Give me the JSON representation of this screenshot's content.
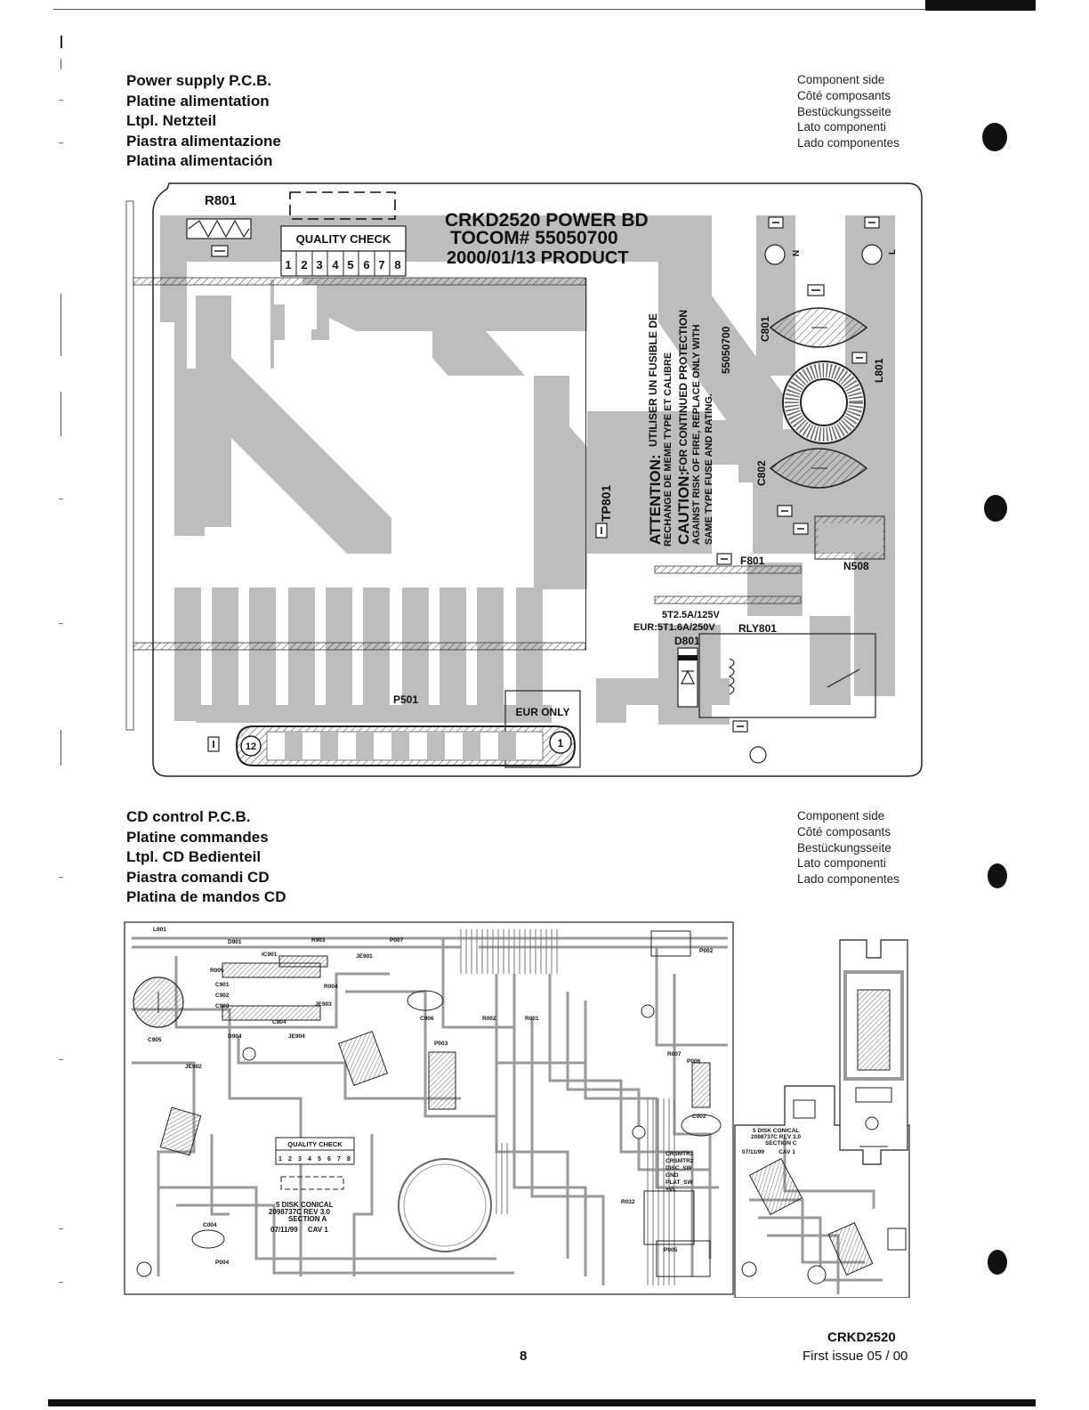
{
  "power_section": {
    "titles": [
      "Power supply P.C.B.",
      "Platine alimentation",
      "Ltpl. Netzteil",
      "Piastra alimentazione",
      "Platina alimentación"
    ],
    "side_labels": [
      "Component side",
      "Côté composants",
      "Bestückungsseite",
      "Lato componenti",
      "Lado componentes"
    ],
    "board": {
      "title_line1": "CRKD2520 POWER BD",
      "title_line2": "TOCOM# 55050700",
      "title_line3": "2000/01/13 PRODUCT",
      "r801": "R801",
      "quality_check": "QUALITY CHECK",
      "qc_digits": [
        "1",
        "2",
        "3",
        "4",
        "5",
        "6",
        "7",
        "8"
      ],
      "tp801": "TP801",
      "attention_1": "ATTENTION:",
      "attention_2": "UTILISER UN FUSIBLE DE",
      "attention_3": "RECHANGE DE MEME TYPE ET CALIBRE",
      "caution_1": "CAUTION:",
      "caution_2": "FOR CONTINUED PROTECTION",
      "caution_3": "AGAINST RISK OF FIRE, REPLACE ONLY WITH",
      "caution_4": "SAME TYPE FUSE AND RATING.",
      "part_no": "55050700",
      "c801": "C801",
      "c802": "C802",
      "l801": "L801",
      "n_label": "N",
      "l_label": "L",
      "f801": "F801",
      "n508": "N508",
      "fuse_rating_1": "5T2.5A/125V",
      "fuse_rating_2": "EUR:5T1.6A/250V",
      "rly801": "RLY801",
      "d801": "D801",
      "p501": "P501",
      "eur_only": "EUR ONLY",
      "pin_12": "12",
      "pin_1": "1"
    }
  },
  "cd_section": {
    "titles": [
      "CD control P.C.B.",
      "Platine commandes",
      "Ltpl. CD Bedienteil",
      "Piastra comandi CD",
      "Platina de mandos CD"
    ],
    "side_labels": [
      "Component side",
      "Côté composants",
      "Bestückungsseite",
      "Lato componenti",
      "Lado componentes"
    ],
    "board": {
      "quality_check": "QUALITY CHECK",
      "qc_digits": [
        "1",
        "2",
        "3",
        "4",
        "5",
        "6",
        "7",
        "8"
      ],
      "info_1": "5 DISK CONICAL",
      "info_2": "2098737C REV 3.0",
      "info_3": "SECTION A",
      "info_4": "07/11/99     CAV 1",
      "sec_c_1": "5 DISK CONICAL",
      "sec_c_2": "2098737C REV 3.0",
      "sec_c_3": "SECTION C",
      "sec_c_4": "07/11/99         CAV 1",
      "parts": [
        "L901",
        "D901",
        "IC901",
        "R903",
        "P007",
        "C901",
        "C902",
        "C903",
        "C905",
        "C904",
        "D904",
        "JE901",
        "JE902",
        "JE903",
        "JE904",
        "C906",
        "P002",
        "P006",
        "R002",
        "R001",
        "P004",
        "C004",
        "C002",
        "P003",
        "R004",
        "R005",
        "R007",
        "R032",
        "P005"
      ],
      "switch_labels": [
        "CRSMTR1",
        "CRSMTR2",
        "DISC_SW",
        "GND",
        "PLAT_SW",
        "+VL"
      ]
    }
  },
  "footer": {
    "page_number": "8",
    "model": "CRKD2520",
    "issue": "First issue 05 / 00"
  }
}
